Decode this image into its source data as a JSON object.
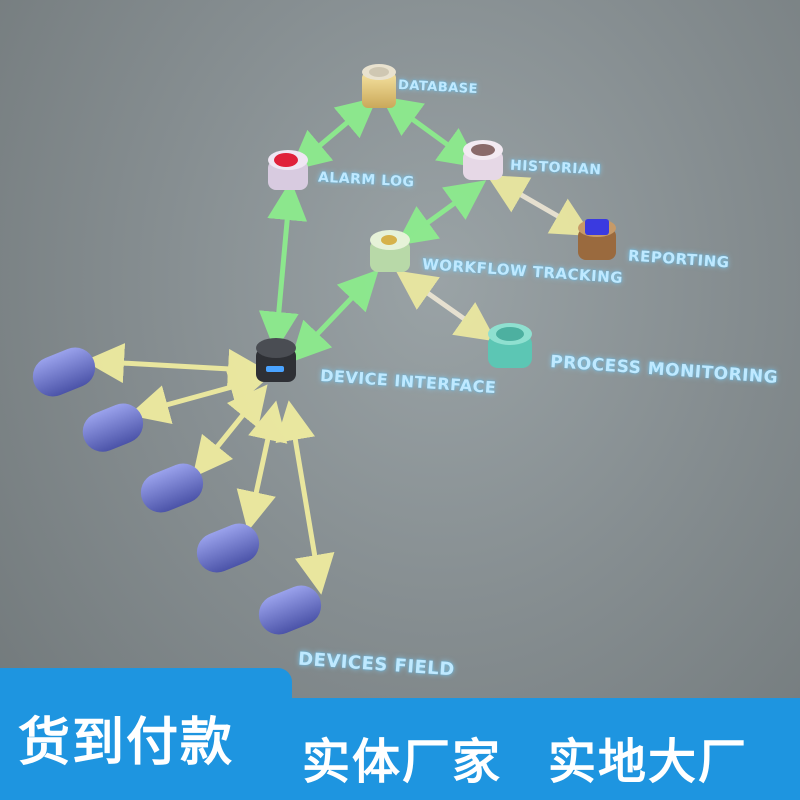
{
  "diagram": {
    "nodes": {
      "database": "DATABASE",
      "alarm_log": "ALARM LOG",
      "historian": "HISTORIAN",
      "workflow_tracking": "WORKFLOW TRACKING",
      "reporting": "REPORTING",
      "device_interface": "DEVICE INTERFACE",
      "process_monitoring": "PROCESS MONITORING",
      "devices_field": "DEVICES FIELD"
    }
  },
  "banner": {
    "left_text": "货到付款",
    "right_text_1": "实体厂家",
    "right_text_2": "实地大厂"
  },
  "colors": {
    "background": "#868e91",
    "banner": "#1e95e0",
    "label": "#bfe9ff",
    "link_green": "#8cf08c",
    "link_yellow": "#f4f0a0",
    "device": "#5b63b8"
  }
}
